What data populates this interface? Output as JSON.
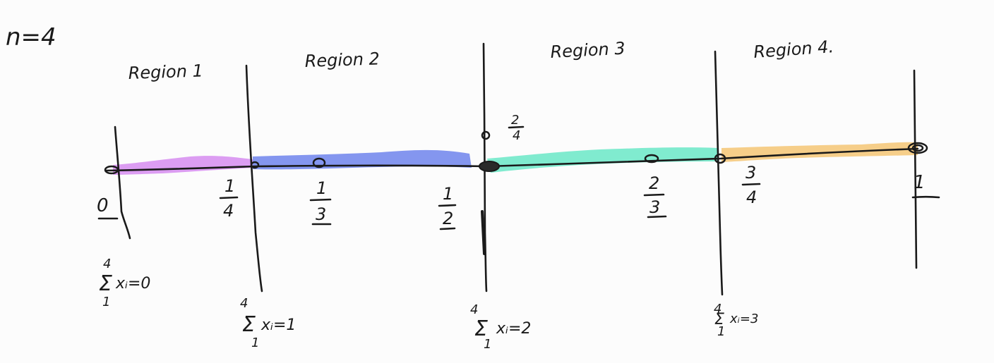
{
  "title": "n=4",
  "colors": {
    "region1": "#d68cf0",
    "region2": "#6f84ec",
    "region3": "#6ae8c7",
    "region4": "#f5c574",
    "ink": "#1a1a1a"
  },
  "regions": [
    {
      "label": "Region 1",
      "sum": {
        "upper": "4",
        "lower": "1",
        "expr": "xᵢ=0"
      }
    },
    {
      "label": "Region 2",
      "sum": {
        "upper": "4",
        "lower": "1",
        "expr": "xᵢ=1"
      }
    },
    {
      "label": "Region 3",
      "sum": {
        "upper": "4",
        "lower": "1",
        "expr": "xᵢ=2"
      }
    },
    {
      "label": "Region 4.",
      "sum": {
        "upper": "4",
        "lower": "1",
        "expr": "xᵢ=3"
      }
    }
  ],
  "points": [
    {
      "num": "0",
      "den": ""
    },
    {
      "num": "1",
      "den": "4"
    },
    {
      "num": "1",
      "den": "3"
    },
    {
      "num": "1",
      "den": "2"
    },
    {
      "num": "2",
      "den": "4"
    },
    {
      "num": "2",
      "den": "3"
    },
    {
      "num": "3",
      "den": "4"
    },
    {
      "num": "1",
      "den": ""
    }
  ]
}
